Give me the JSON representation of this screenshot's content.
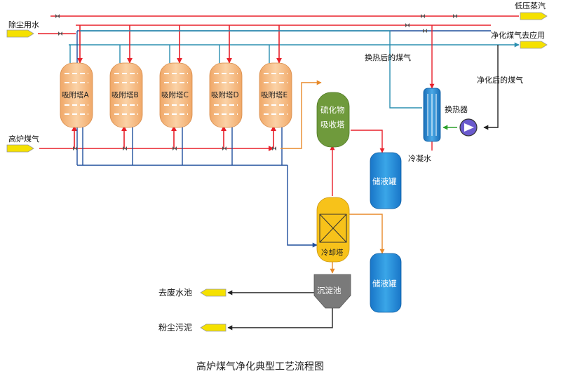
{
  "diagram": {
    "caption": "高炉煤气净化典型工艺流程图",
    "inlets": {
      "dust_water": "除尘用水",
      "bf_gas": "高炉煤气"
    },
    "outlets": {
      "low_pressure_steam": "低压蒸汽",
      "clean_gas_out": "净化煤气去应用",
      "waste_water": "去废水池",
      "dust_sludge": "粉尘污泥"
    },
    "towers": [
      {
        "label": "吸附塔A"
      },
      {
        "label": "吸附塔B"
      },
      {
        "label": "吸附塔C"
      },
      {
        "label": "吸附塔D"
      },
      {
        "label": "吸附塔E"
      }
    ],
    "sulfide_tower": {
      "line1": "硫化物",
      "line2": "吸收塔"
    },
    "storage_tanks": [
      "储液罐",
      "储液罐"
    ],
    "cooling_tower": "冷却塔",
    "settling_tank": "沉淀池",
    "heat_exchanger": "换热器",
    "condensate": "冷凝水",
    "gas_after_exchange": "换热后的煤气",
    "gas_after_purify": "净化后的煤气",
    "colors": {
      "red_line": "#e8202a",
      "blue_line": "#1f4e9c",
      "teal_line": "#2a8fb0",
      "orange_line": "#e88a2a",
      "green_line": "#2aa02a",
      "tower_fill": "#f7c08a",
      "sulfide_fill": "#6f9a3c",
      "tank_fill": "#1e8fd6",
      "cooling_fill": "#f7c21a",
      "arrow_fill": "#f5e100"
    }
  }
}
